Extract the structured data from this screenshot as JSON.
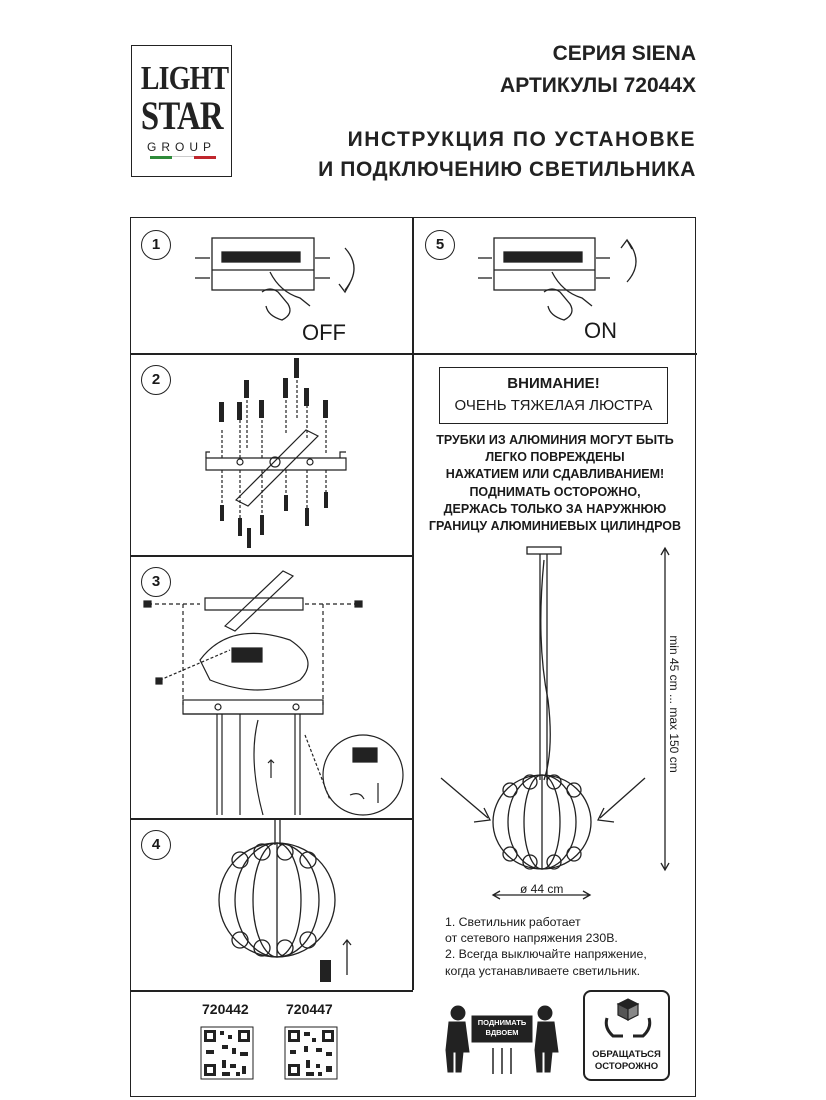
{
  "brand": {
    "line1": "LIGHT",
    "line2": "STAR",
    "line3": "GROUP",
    "flag_colors": [
      "#2e8b3a",
      "#ffffff",
      "#c0262d"
    ]
  },
  "header": {
    "series": "СЕРИЯ SIENA",
    "articles": "АРТИКУЛЫ 72044X",
    "instruction_line1": "ИНСТРУКЦИЯ ПО УСТАНОВКЕ",
    "instruction_line2": "И ПОДКЛЮЧЕНИЮ СВЕТИЛЬНИКА"
  },
  "steps": {
    "s1": {
      "num": "1",
      "label": "OFF"
    },
    "s2": {
      "num": "2"
    },
    "s3": {
      "num": "3"
    },
    "s4": {
      "num": "4"
    },
    "s5": {
      "num": "5",
      "label": "ON"
    }
  },
  "warning": {
    "title": "ВНИМАНИЕ!",
    "subtitle": "ОЧЕНЬ ТЯЖЕЛАЯ ЛЮСТРА",
    "caution_lines": [
      "ТРУБКИ ИЗ АЛЮМИНИЯ МОГУТ БЫТЬ",
      "ЛЕГКО ПОВРЕЖДЕНЫ",
      "НАЖАТИЕМ ИЛИ СДАВЛИВАНИЕМ!",
      "ПОДНИМАТЬ ОСТОРОЖНО,",
      "ДЕРЖАСЬ ТОЛЬКО ЗА НАРУЖНЮЮ",
      "ГРАНИЦУ АЛЮМИНИЕВЫХ ЦИЛИНДРОВ"
    ]
  },
  "dimensions": {
    "height": "min 45 cm ... max 150 cm",
    "diameter": "ø 44 cm"
  },
  "notes": [
    "1. Светильник работает",
    "от сетевого напряжения 230В.",
    "2. Всегда выключайте напряжение,",
    "когда устанавливаете светильник."
  ],
  "models": [
    "720442",
    "720447"
  ],
  "icons": {
    "lift_together": "ПОДНИМАТЬ ВДВОЕМ",
    "handle_with_care_line1": "ОБРАЩАТЬСЯ",
    "handle_with_care_line2": "ОСТОРОЖНО"
  },
  "colors": {
    "line": "#222222",
    "background": "#ffffff"
  }
}
